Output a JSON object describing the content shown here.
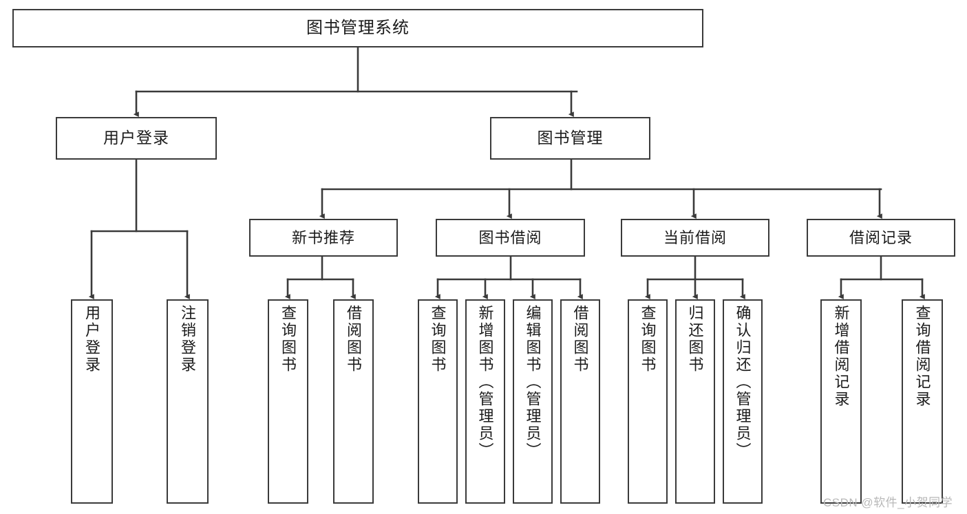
{
  "diagram": {
    "type": "tree-hierarchy",
    "title": "图书管理系统",
    "watermark": "CSDN @软件_小贺同学",
    "colors": {
      "box_border": "#3a3a3a",
      "box_fill": "#ffffff",
      "connector": "#3a3a3a",
      "text": "#1b1b1b",
      "watermark": "#b8b8b8"
    },
    "root": {
      "label": "图书管理系统"
    },
    "level1": [
      {
        "label": "用户登录"
      },
      {
        "label": "图书管理"
      }
    ],
    "level2": [
      {
        "label": "新书推荐"
      },
      {
        "label": "图书借阅"
      },
      {
        "label": "当前借阅"
      },
      {
        "label": "借阅记录"
      }
    ],
    "leaves": {
      "user_login": [
        {
          "label": "用户登录"
        },
        {
          "label": "注销登录"
        }
      ],
      "new_book_recommend": [
        {
          "label": "查询图书"
        },
        {
          "label": "借阅图书"
        }
      ],
      "book_borrow": [
        {
          "label": "查询图书"
        },
        {
          "label": "新增图书（管理员）"
        },
        {
          "label": "编辑图书（管理员）"
        },
        {
          "label": "借阅图书"
        }
      ],
      "current_borrow": [
        {
          "label": "查询图书"
        },
        {
          "label": "归还图书"
        },
        {
          "label": "确认归还（管理员）"
        }
      ],
      "borrow_record": [
        {
          "label": "新增借阅记录"
        },
        {
          "label": "查询借阅记录"
        }
      ]
    }
  }
}
